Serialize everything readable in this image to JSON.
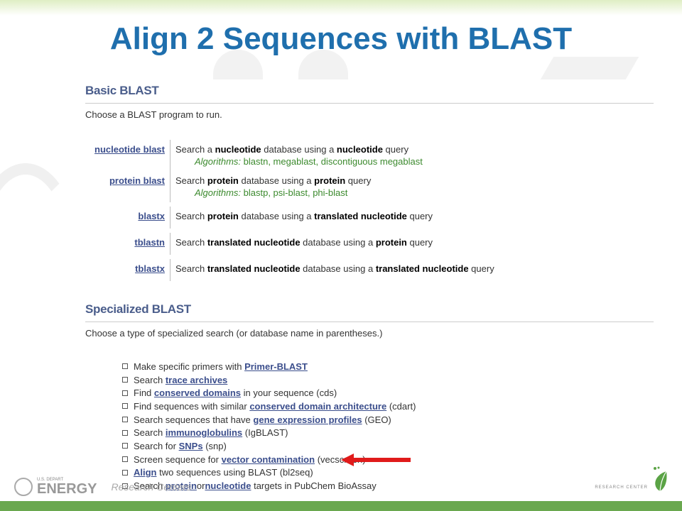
{
  "slide": {
    "title": "Align 2 Sequences with BLAST"
  },
  "basic": {
    "title": "Basic BLAST",
    "intro": "Choose a BLAST program to run.",
    "programs": [
      {
        "name": "nucleotide blast",
        "desc_parts": [
          "Search a ",
          "nucleotide",
          " database using a ",
          "nucleotide",
          " query"
        ],
        "alg_label": "Algorithms:",
        "alg_text": " blastn, megablast, discontiguous megablast"
      },
      {
        "name": "protein blast",
        "desc_parts": [
          "Search ",
          "protein",
          " database using a ",
          "protein",
          " query"
        ],
        "alg_label": "Algorithms:",
        "alg_text": " blastp, psi-blast, phi-blast"
      },
      {
        "name": "blastx",
        "desc_parts": [
          "Search ",
          "protein",
          " database using a ",
          "translated nucleotide",
          " query"
        ]
      },
      {
        "name": "tblastn",
        "desc_parts": [
          "Search ",
          "translated nucleotide",
          " database using a ",
          "protein",
          " query"
        ]
      },
      {
        "name": "tblastx",
        "desc_parts": [
          "Search ",
          "translated nucleotide",
          " database using a ",
          "translated nucleotide",
          " query"
        ]
      }
    ]
  },
  "specialized": {
    "title": "Specialized BLAST",
    "intro": "Choose a type of specialized search (or database name in parentheses.)",
    "items": [
      {
        "pre": "Make specific primers with ",
        "link": "Primer-BLAST",
        "post": ""
      },
      {
        "pre": "Search ",
        "link": "trace archives",
        "post": ""
      },
      {
        "pre": "Find ",
        "link": "conserved domains",
        "post": " in your sequence (cds)"
      },
      {
        "pre": "Find sequences with similar ",
        "link": "conserved domain architecture",
        "post": " (cdart)"
      },
      {
        "pre": "Search sequences that have ",
        "link": "gene expression profiles",
        "post": " (GEO)"
      },
      {
        "pre": "Search ",
        "link": "immunoglobulins",
        "post": " (IgBLAST)"
      },
      {
        "pre": "Search for ",
        "link": "SNPs",
        "post": " (snp)"
      },
      {
        "pre": "Screen sequence for ",
        "link": "vector contamination",
        "post": " (vecscreen)"
      },
      {
        "pre": "",
        "link": "Align",
        "post": " two sequences using BLAST (bl2seq)"
      },
      {
        "pre": "Search ",
        "link": "protein",
        "mid": " or ",
        "link2": "nucleotide",
        "post": " targets in PubChem BioAssay"
      }
    ]
  },
  "footer": {
    "dept": "U.S. DEPART",
    "energy": "ENERGY",
    "research": "Research Centers",
    "rc": "RESEARCH CENTER"
  },
  "colors": {
    "title": "#1f6fad",
    "link": "#3b4e8c",
    "algorithm": "#3c8a2e",
    "arrow": "#e01b1b",
    "band": "#6aa84f"
  }
}
